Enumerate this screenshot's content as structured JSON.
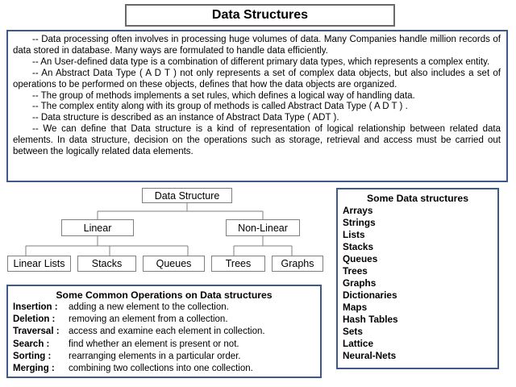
{
  "slide": {
    "title": "Data Structures"
  },
  "intro": {
    "paragraphs": [
      "-- Data processing often involves in processing huge volumes of data. Many Companies handle million records of data stored in database. Many ways are formulated to handle data efficiently.",
      "-- An User-defined data type is a combination of different primary data types, which represents a complex entity.",
      "-- An Abstract Data Type ( A D T ) not only represents a set of complex data objects, but also includes a set of operations to be performed on these objects, defines that how the data objects are organized.",
      "-- The group of methods implements a set rules, which defines a logical way of handling data.",
      "-- The complex entity along with its group of methods is called Abstract Data Type ( A D T ) .",
      "--  Data structure is described as an instance of Abstract Data Type ( ADT ).",
      "-- We can define that Data structure is a kind of representation of logical relationship between related data elements. In data structure, decision on the operations such as storage, retrieval and access must be carried out between the logically related data elements."
    ]
  },
  "tree": {
    "root": "Data Structure",
    "branches": [
      {
        "label": "Linear",
        "children": [
          "Linear Lists",
          "Stacks",
          "Queues"
        ]
      },
      {
        "label": "Non-Linear",
        "children": [
          "Trees",
          "Graphs"
        ]
      }
    ]
  },
  "structures_panel": {
    "title": "Some Data structures",
    "items": [
      "Arrays",
      "Strings",
      "Lists",
      "Stacks",
      "Queues",
      "Trees",
      "Graphs",
      "Dictionaries",
      "Maps",
      "Hash Tables",
      "Sets",
      "Lattice",
      "Neural-Nets"
    ]
  },
  "operations_panel": {
    "title": "Some Common Operations on Data structures",
    "operations": [
      {
        "term": "Insertion :",
        "desc": "adding a new element to the collection."
      },
      {
        "term": "Deletion :",
        "desc": "removing an element from a collection."
      },
      {
        "term": "Traversal :",
        "desc": "access and examine each element in collection."
      },
      {
        "term": "Search :",
        "desc": "find whether an element is present or not."
      },
      {
        "term": "Sorting :",
        "desc": "rearranging elements in a particular order."
      },
      {
        "term": "Merging :",
        "desc": "combining two collections into one collection."
      }
    ]
  },
  "colors": {
    "panel_border": "#3f5a8a",
    "title_border": "#696969",
    "box_border": "#7f7f7f",
    "text": "#000000",
    "background": "#ffffff"
  }
}
